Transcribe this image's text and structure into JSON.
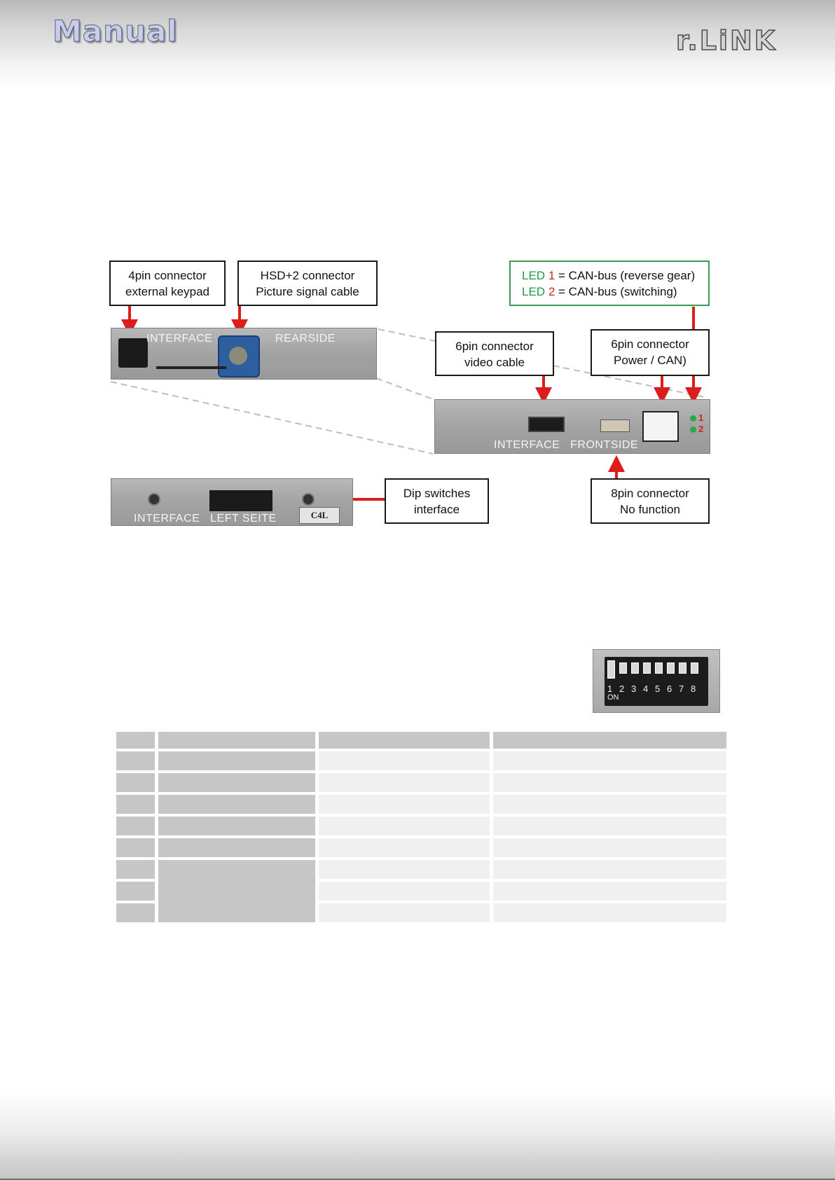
{
  "header": {
    "left_logo": "Manual",
    "right_logo": "r.LiNK"
  },
  "callouts": {
    "keypad": [
      "4pin connector",
      "external keypad"
    ],
    "hsd": [
      "HSD+2 connector",
      "Picture signal cable"
    ],
    "led1": {
      "word": "LED",
      "num": "1",
      "text": "= CAN-bus (reverse gear)"
    },
    "led2": {
      "word": "LED",
      "num": "2",
      "text": "= CAN-bus (switching)"
    },
    "video": [
      "6pin connector",
      "video cable"
    ],
    "power": [
      "6pin connector",
      "Power / CAN)"
    ],
    "dip": [
      "Dip switches",
      "interface"
    ],
    "nofunc": [
      "8pin connector",
      "No function"
    ]
  },
  "panels": {
    "rear": {
      "label_left": "INTERFACE",
      "label_right": "REARSIDE"
    },
    "front": {
      "label": "INTERFACE   FRONTSIDE",
      "led_1": "1",
      "led_2": "2"
    },
    "left": {
      "label": "INTERFACE   LEFT SEITE",
      "sticker": "C4L"
    }
  },
  "dip_photo": {
    "numbers": [
      "1",
      "2",
      "3",
      "4",
      "5",
      "6",
      "7",
      "8"
    ],
    "on_label": "ON"
  },
  "colors": {
    "led_green": "#229944",
    "led_red": "#d42020",
    "arrow_red": "#dd1c1c"
  }
}
